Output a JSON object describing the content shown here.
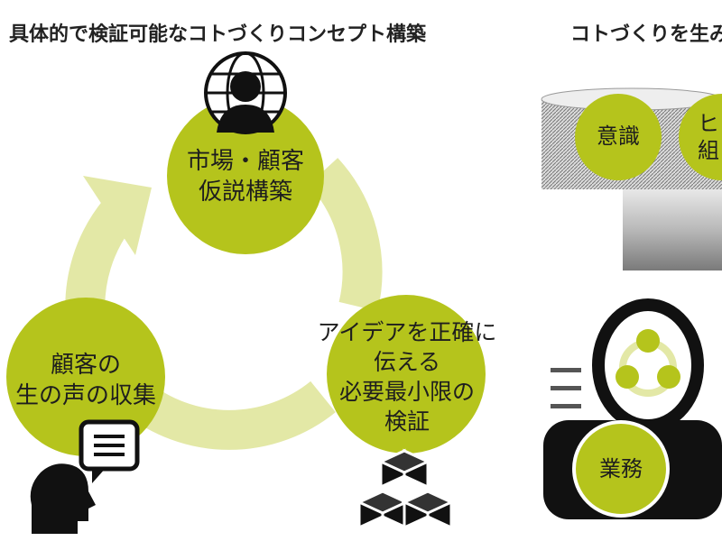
{
  "title_left": "具体的で検証可能なコトづくりコンセプト構築",
  "title_right": "コトづくりを生み",
  "cycle": {
    "top_node": [
      "市場・顧客",
      "仮説構築"
    ],
    "right_node": [
      "アイデアを正確に",
      "伝える",
      "必要最小限の",
      "検証"
    ],
    "left_node": [
      "顧客の",
      "生の声の収集"
    ]
  },
  "right_panel": {
    "circle_1": "意識",
    "circle_2": [
      "ヒ",
      "組"
    ],
    "bottom_circle": "業務"
  },
  "colors": {
    "accent": "#b5c41c",
    "arrow": "#e3e8a6",
    "dark": "#111111",
    "gray": "#8a8a8a"
  },
  "icons": [
    "globe-person-icon",
    "chat-bubble-icon",
    "speaking-head-icon",
    "cubes-icon",
    "hamburger-lines-icon"
  ]
}
